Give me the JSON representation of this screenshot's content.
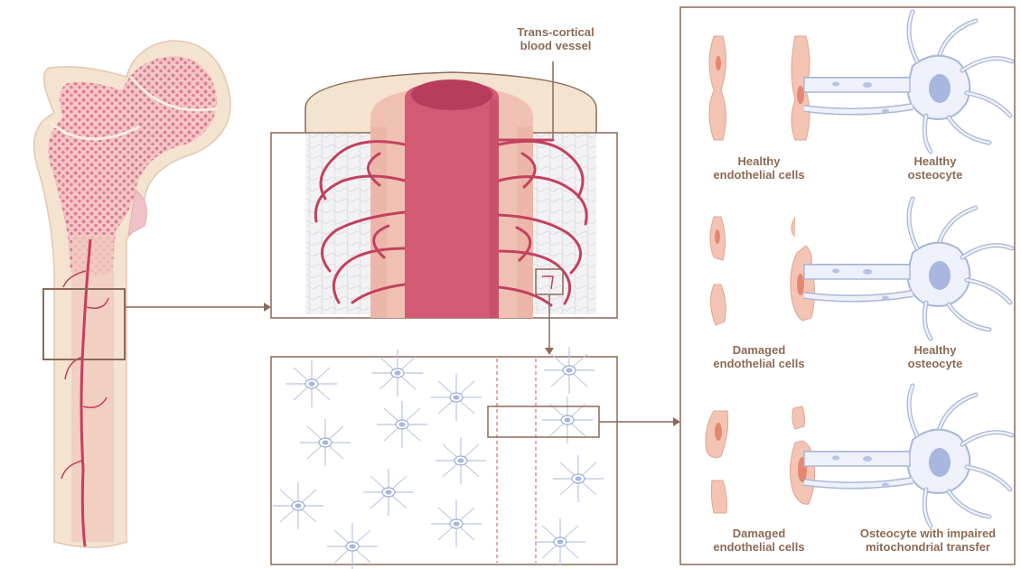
{
  "labels": {
    "vessel_callout_line1": "Trans-cortical",
    "vessel_callout_line2": "blood vessel",
    "panel1_endothelial_line1": "Healthy",
    "panel1_endothelial_line2": "endothelial cells",
    "panel1_osteocyte_line1": "Healthy",
    "panel1_osteocyte_line2": "osteocyte",
    "panel2_endothelial_line1": "Damaged",
    "panel2_endothelial_line2": "endothelial cells",
    "panel2_osteocyte_line1": "Healthy",
    "panel2_osteocyte_line2": "osteocyte",
    "panel3_endothelial_line1": "Damaged",
    "panel3_endothelial_line2": "endothelial cells",
    "panel3_osteocyte_line1": "Osteocyte with impaired",
    "panel3_osteocyte_line2": "mitochondrial transfer"
  },
  "colors": {
    "bone_cream": "#f3e3cf",
    "trabecular_pink": "#f1c6c6",
    "trabecular_dot": "#d9707d",
    "marrow_pink": "#e8aeae",
    "vessel_red": "#d35a74",
    "vessel_dark": "#b83d5c",
    "frame_brown": "#8a6a5a",
    "osteocyte_stroke": "#aab7d6",
    "osteocyte_fill": "#eef1fa",
    "nucleus": "#a9b6e0",
    "endothelial": "#f3c4b3",
    "label_text": "#8c6a55"
  }
}
